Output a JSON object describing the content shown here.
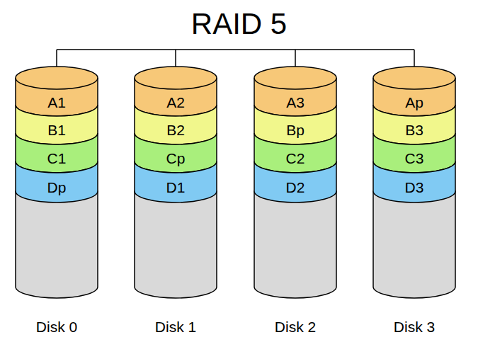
{
  "diagram": {
    "title": "RAID 5",
    "nodes": [
      {
        "text": [
          "Disk 0"
        ]
      },
      {
        "text": [
          "A1"
        ],
        "in": 0
      },
      {
        "text": [
          "B1"
        ],
        "in": 0
      },
      {
        "text": [
          "C1"
        ],
        "in": 0
      },
      {
        "text": [
          "Dp"
        ],
        "in": 0
      },
      {
        "text": [
          "Disk 1"
        ]
      },
      {
        "text": [
          "A2"
        ],
        "in": 5
      },
      {
        "text": [
          "B2"
        ],
        "in": 5
      },
      {
        "text": [
          "Cp"
        ],
        "in": 5
      },
      {
        "text": [
          "D1"
        ],
        "in": 5
      },
      {
        "text": [
          "Disk 2"
        ]
      },
      {
        "text": [
          "A3"
        ],
        "in": 10
      },
      {
        "text": [
          "Bp"
        ],
        "in": 10
      },
      {
        "text": [
          "C2"
        ],
        "in": 10
      },
      {
        "text": [
          "D2"
        ],
        "in": 10
      },
      {
        "text": [
          "Disk 3"
        ]
      },
      {
        "text": [
          "Ap"
        ],
        "in": 15
      },
      {
        "text": [
          "B3"
        ],
        "in": 15
      },
      {
        "text": [
          "C3"
        ],
        "in": 15
      },
      {
        "text": [
          "D3"
        ],
        "in": 15
      }
    ]
  }
}
